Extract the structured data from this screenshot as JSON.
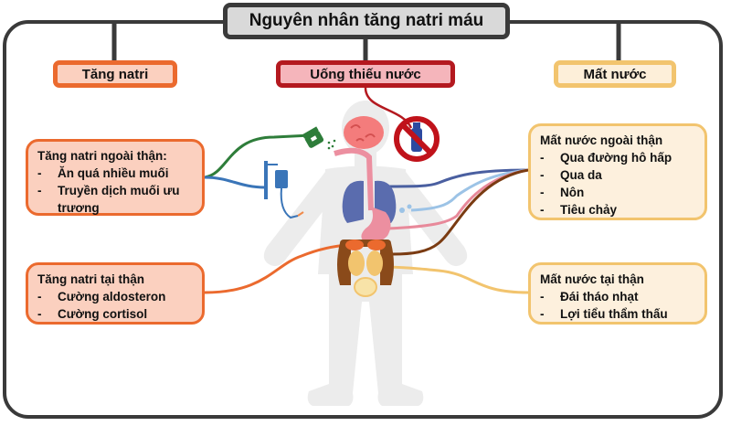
{
  "title": "Nguyên nhân tăng natri máu",
  "categories": {
    "left": "Tăng natri",
    "middle": "Uống thiếu nước",
    "right": "Mất nước"
  },
  "boxes": {
    "sodium_extrarenal": {
      "heading": "Tăng natri ngoài thận:",
      "items": [
        "Ăn quá nhiều muối",
        "Truyền dịch muối ưu trương"
      ]
    },
    "sodium_renal": {
      "heading": "Tăng natri tại thận",
      "items": [
        "Cường aldosteron",
        "Cường cortisol"
      ]
    },
    "water_loss_extrarenal": {
      "heading": "Mất nước ngoài thận",
      "items": [
        "Qua đường hô hấp",
        "Qua da",
        "Nôn",
        "Tiêu chảy"
      ]
    },
    "water_loss_renal": {
      "heading": "Mất nước tại thận",
      "items": [
        "Đái tháo nhạt",
        "Lợi tiểu thẩm thấu"
      ]
    }
  },
  "list_marker": "-",
  "icons": [
    "human-body-silhouette",
    "brain-icon",
    "lungs-icon",
    "stomach-icon",
    "intestines-icon",
    "kidneys-icon",
    "bladder-icon",
    "salt-shaker-icon",
    "iv-drip-icon",
    "no-water-bottle-icon",
    "sweat-drops-icon"
  ],
  "colors": {
    "frame": "#3a3a3a",
    "title_bg": "#d9d9d9",
    "sodium_border": "#eb6a2e",
    "sodium_fill": "#fbd0bf",
    "intake_border": "#b4191f",
    "intake_fill": "#f5b5bb",
    "water_border": "#f2c46e",
    "water_fill": "#fdf0dd",
    "line_green": "#2e7d3a",
    "line_blue": "#3a75b8",
    "line_navy": "#4a5fa0",
    "line_lightblue": "#9cc3e6",
    "line_pink": "#e8899a",
    "line_brown": "#7a3b12",
    "line_gold": "#f2c46e"
  }
}
